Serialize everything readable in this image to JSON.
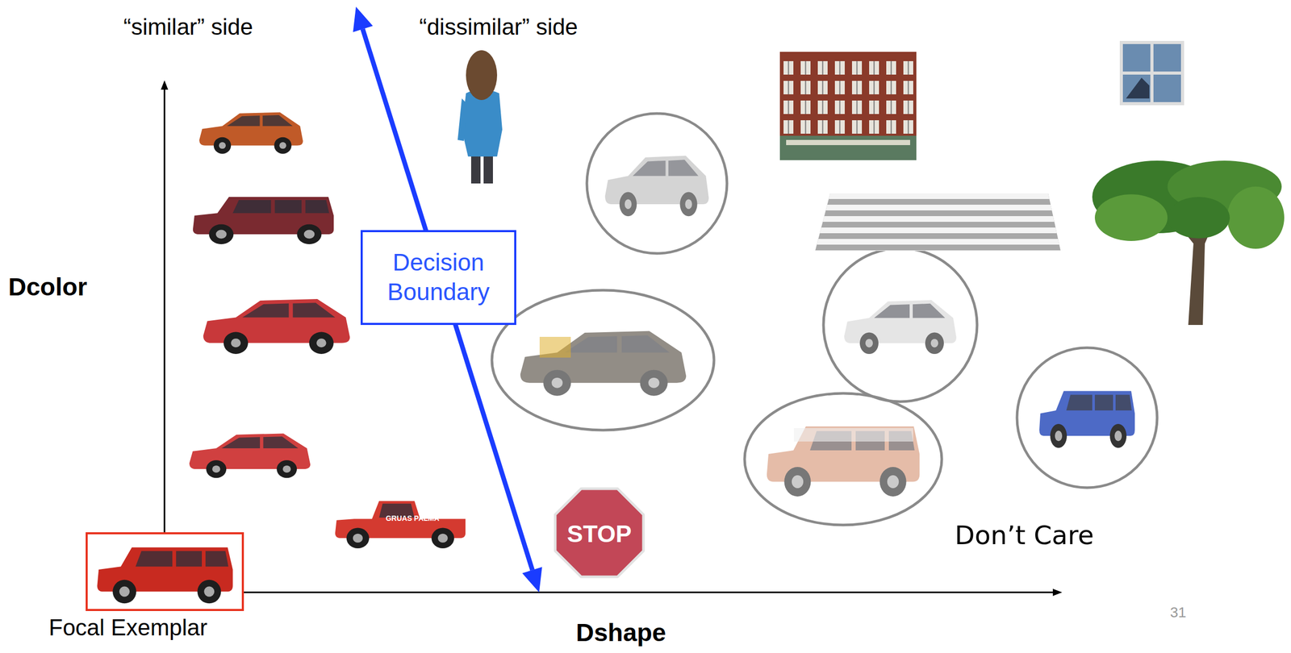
{
  "diagram": {
    "nodes": [
      {
        "text": [
          "Decision Boundary"
        ]
      },
      {
        "text": [
          "Focal Exemplar"
        ]
      }
    ],
    "labels": [
      "“similar” side",
      "“dissimilar” side",
      "Dcolor",
      "Dshape",
      "Don’t Care",
      "31",
      "STOP",
      "GRUAS PALMA"
    ]
  }
}
